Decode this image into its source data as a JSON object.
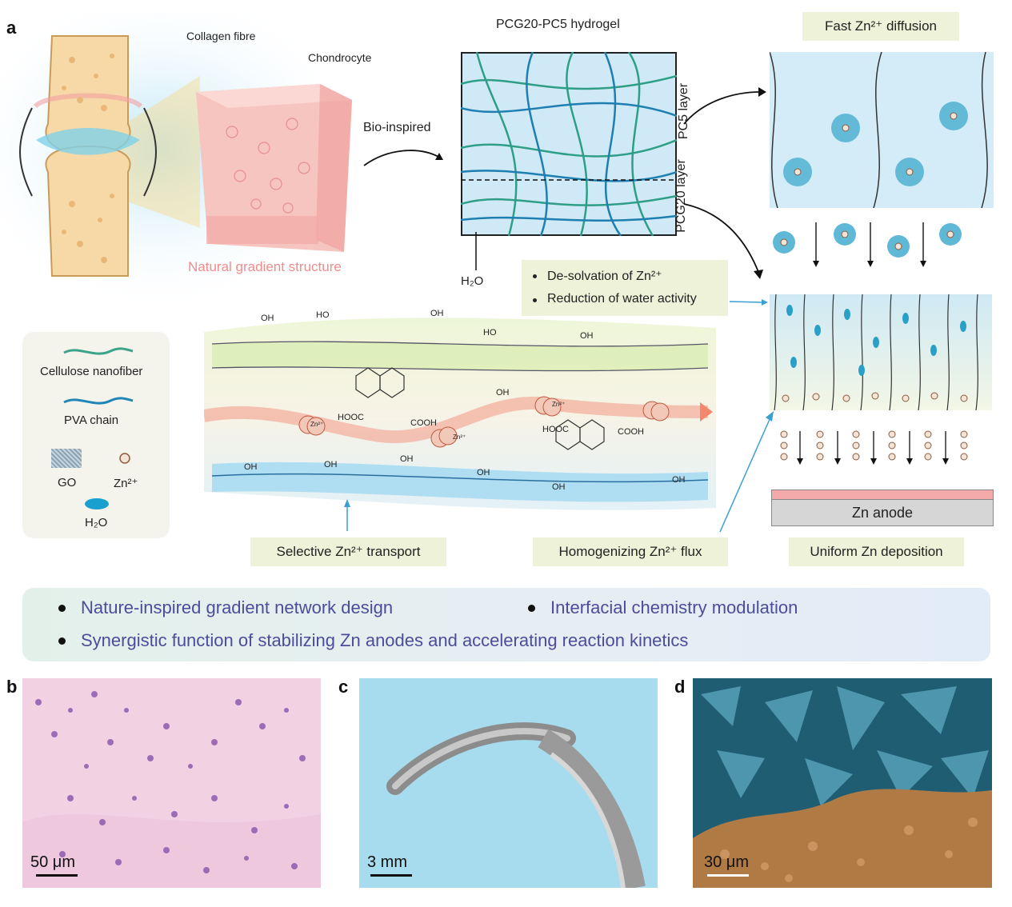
{
  "panel_a": {
    "letter": "a",
    "collagen_label": "Collagen fibre",
    "chondrocyte_label": "Chondrocyte",
    "natural_structure_label": "Natural gradient structure",
    "bio_inspired_label": "Bio-inspired",
    "hydrogel_title": "PCG20-PC5 hydrogel",
    "pc5_layer": "PC5 layer",
    "pcg20_layer": "PCG20 layer",
    "h2o_label": "H₂O",
    "fast_diffusion_tag": "Fast Zn²⁺ diffusion",
    "info_items": [
      "De-solvation of Zn²⁺",
      "Reduction of water activity"
    ],
    "legend": {
      "cellulose": "Cellulose nanofiber",
      "pva": "PVA chain",
      "go": "GO",
      "zn": "Zn²⁺",
      "h2o": "H₂O"
    },
    "bottom_tags": [
      "Selective Zn²⁺ transport",
      "Homogenizing Zn²⁺ flux",
      "Uniform Zn deposition"
    ],
    "anode_label": "Zn anode",
    "zn_ion_label": "Zn²⁺",
    "oh_label": "OH",
    "ho_label": "HO",
    "hooc_label": "HOOC",
    "cooh_label": "COOH"
  },
  "summary": {
    "items": [
      "Nature-inspired gradient network design",
      "Interfacial chemistry modulation",
      "Synergistic function of stabilizing Zn anodes and accelerating reaction kinetics"
    ]
  },
  "panel_b": {
    "letter": "b",
    "scale": "50 μm"
  },
  "panel_c": {
    "letter": "c",
    "scale": "3 mm"
  },
  "panel_d": {
    "letter": "d",
    "scale": "30 μm"
  },
  "colors": {
    "tag_bg": "#eef2d8",
    "pink_text": "#f08c8c",
    "cellulose_green": "#3aa38a",
    "pva_blue": "#1f86b5",
    "summary_text": "#4b4d9c"
  }
}
